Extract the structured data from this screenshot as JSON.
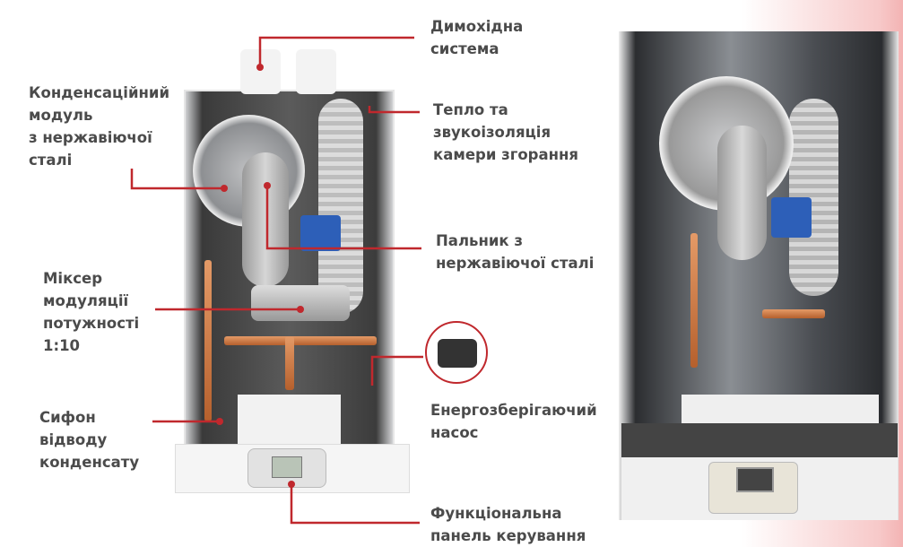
{
  "labels": {
    "flue": "Димохідна\nсистема",
    "insulation": "Тепло та\nзвукоізоляція\nкамери згорання",
    "condensing_module": "Конденсаційний\nмодуль\nз нержавіючої\nсталі",
    "burner": "Пальник з\nнержавіючої сталі",
    "mixer": "Міксер\nмодуляції\nпотужності\n1:10",
    "pump": "Енергозберігаючий\nнасос",
    "siphon": "Сифон\nвідводу\nконденсату",
    "control_panel": "Функціональна\nпанель керування"
  },
  "colors": {
    "leader": "#c0282d",
    "text": "#4b4b4b"
  }
}
